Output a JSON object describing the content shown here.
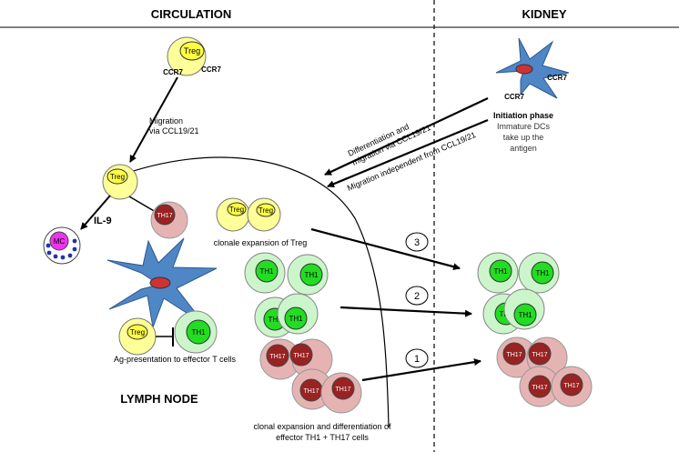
{
  "headers": {
    "circulation": "CIRCULATION",
    "kidney": "KIDNEY",
    "lymph_node": "LYMPH NODE"
  },
  "labels": {
    "il9": "IL-9",
    "migration_1": "Migration",
    "migration_2": "via CCL19/21",
    "diff_1": "Differentiation and",
    "diff_2": "migration via CCL19/21",
    "independent": "Migration independent from CCL19/21",
    "initiation_1": "Initiation phase",
    "initiation_2": "Immature DCs",
    "initiation_3": "take up the",
    "initiation_4": "antigen",
    "clonal_treg": "clonale expansion of Treg",
    "ag_presentation": "Ag-presentation to effector T cells",
    "clonal_th_1": "clonal expansion and differentiation of",
    "clonal_th_2": "effector TH1 + TH17 cells"
  },
  "cells": {
    "treg": "Treg",
    "th1": "TH1",
    "th17": "TH17",
    "mc": "MC",
    "ccr7": "CCR7"
  },
  "steps": {
    "one": "1",
    "two": "2",
    "three": "3"
  },
  "colors": {
    "treg_outer": "#ffff99",
    "treg_inner": "#ffff44",
    "th1_outer": "#ccf5cc",
    "th1_inner": "#22dd22",
    "th17_outer": "#e6b3b3",
    "th17_inner": "#992222",
    "dc": "#4f86c6",
    "dc_nucleus": "#cc3333",
    "mc": "#ee33ee",
    "granule": "#2233aa"
  }
}
